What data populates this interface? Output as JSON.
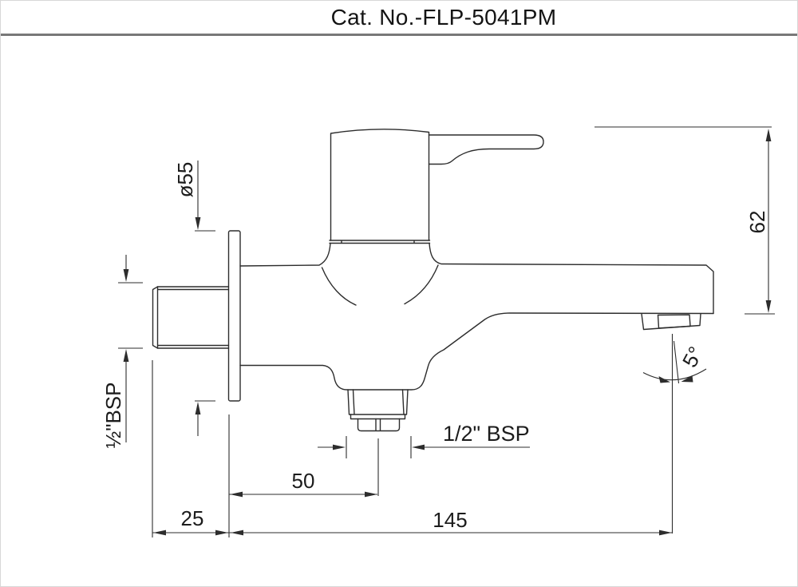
{
  "header": {
    "catalog_label": "Cat. No.-FLP-5041PM"
  },
  "dimensions": {
    "flange_diameter": "ø55",
    "height_knob_to_spout": "62",
    "inlet_thread": "½\"BSP",
    "outlet_thread": "1/2\" BSP",
    "wall_to_outlet_center": "50",
    "inlet_projection": "25",
    "wall_to_spout_outlet": "145",
    "spout_tilt_angle": "5°"
  },
  "colors": {
    "line": "#2d2d2d",
    "divider": "#787878",
    "border": "#d7d7d7",
    "background": "#ffffff",
    "text": "#1c1c1c"
  }
}
